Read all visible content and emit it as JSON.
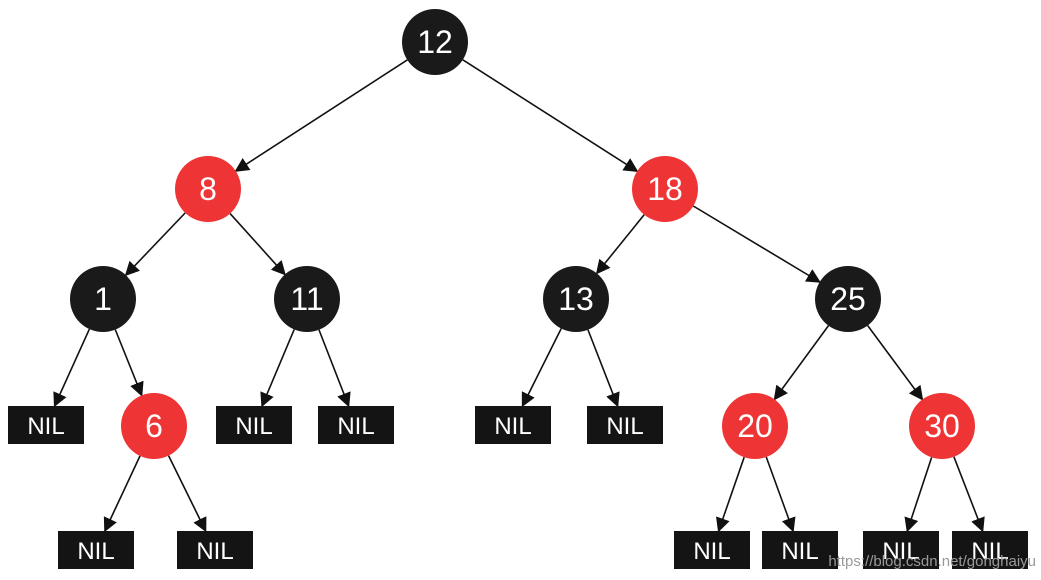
{
  "colors": {
    "black_node": "#1a1a1a",
    "red_node": "#ee3434",
    "nil_box": "#141414",
    "edge": "#111111"
  },
  "nodes": {
    "n12": {
      "label": "12",
      "color": "black"
    },
    "n8": {
      "label": "8",
      "color": "red"
    },
    "n18": {
      "label": "18",
      "color": "red"
    },
    "n1": {
      "label": "1",
      "color": "black"
    },
    "n11": {
      "label": "11",
      "color": "black"
    },
    "n13": {
      "label": "13",
      "color": "black"
    },
    "n25": {
      "label": "25",
      "color": "black"
    },
    "n6": {
      "label": "6",
      "color": "red"
    },
    "n20": {
      "label": "20",
      "color": "red"
    },
    "n30": {
      "label": "30",
      "color": "red"
    }
  },
  "nil_label": "NIL",
  "edges": [
    [
      "n12",
      "n8"
    ],
    [
      "n12",
      "n18"
    ],
    [
      "n8",
      "n1"
    ],
    [
      "n8",
      "n11"
    ],
    [
      "n18",
      "n13"
    ],
    [
      "n18",
      "n25"
    ],
    [
      "n1",
      "nil1"
    ],
    [
      "n1",
      "n6"
    ],
    [
      "n11",
      "nil2"
    ],
    [
      "n11",
      "nil3"
    ],
    [
      "n13",
      "nil4"
    ],
    [
      "n13",
      "nil5"
    ],
    [
      "n25",
      "n20"
    ],
    [
      "n25",
      "n30"
    ],
    [
      "n6",
      "nil6"
    ],
    [
      "n6",
      "nil7"
    ],
    [
      "n20",
      "nil8"
    ],
    [
      "n20",
      "nil9"
    ],
    [
      "n30",
      "nil10"
    ],
    [
      "n30",
      "nil11"
    ]
  ],
  "watermark": "https://blog.csdn.net/gonghaiyu"
}
